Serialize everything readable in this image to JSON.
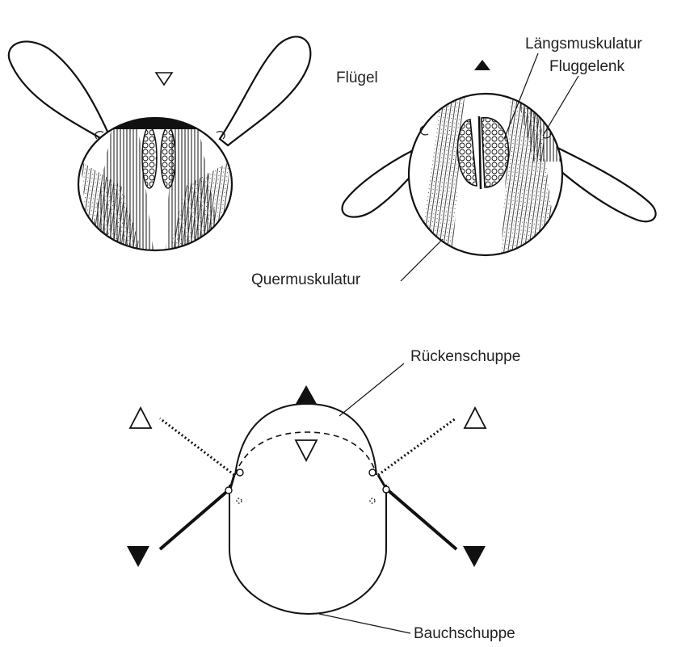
{
  "labels": {
    "fluegel": "Flügel",
    "laengsmuskulatur": "Längsmuskulatur",
    "fluggelenk": "Fluggelenk",
    "quermuskulatur": "Quermuskulatur",
    "rueckenschuppe": "Rückenschuppe",
    "bauchschuppe": "Bauchschuppe"
  },
  "colors": {
    "ink": "#111111",
    "background": "#ffffff"
  },
  "icons": {
    "open_triangle": "open-triangle-icon",
    "filled_triangle": "filled-triangle-icon"
  }
}
